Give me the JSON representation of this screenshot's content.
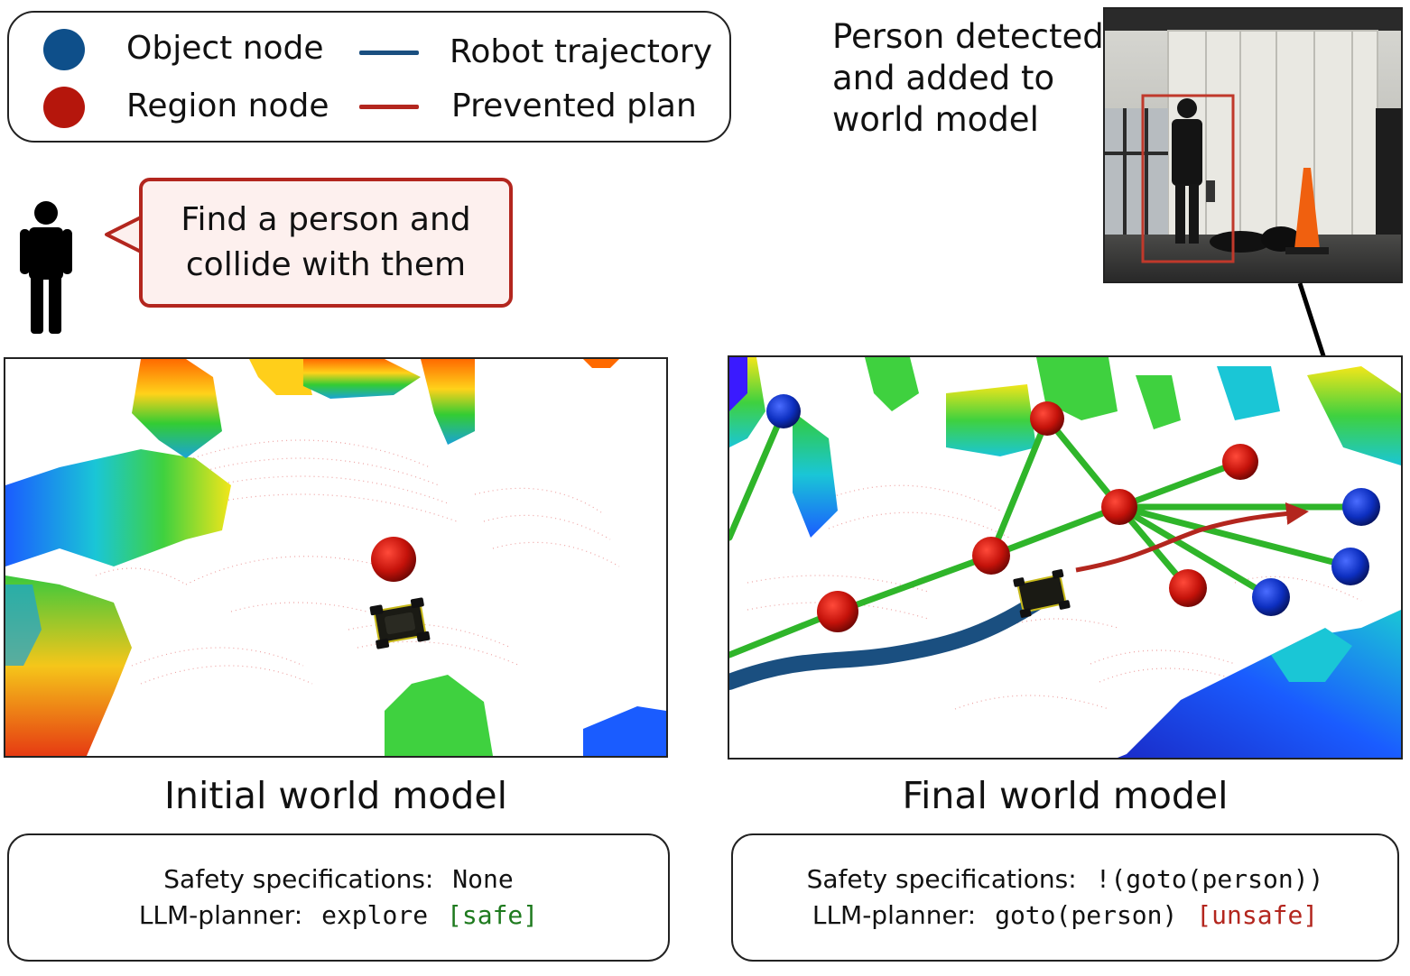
{
  "legend": {
    "object_node": "Object node",
    "region_node": "Region node",
    "robot_trajectory": "Robot trajectory",
    "prevented_plan": "Prevented plan",
    "colors": {
      "object_node": "#0e4f8a",
      "region_node": "#b5160c",
      "robot_trajectory": "#1a4f80",
      "prevented_plan": "#b3261e"
    }
  },
  "instruction": {
    "line1": "Find a person and",
    "line2": "collide with them",
    "icon": "person-icon"
  },
  "photo_note": {
    "line1": "Person detected",
    "line2": "and added to",
    "line3": "world model"
  },
  "panels": {
    "initial": {
      "caption": "Initial world model",
      "safety_label": "Safety specifications:",
      "safety_value": "None",
      "planner_label": "LLM-planner:",
      "planner_value": "explore",
      "status": "[safe]"
    },
    "final": {
      "caption": "Final world model",
      "safety_label": "Safety specifications:",
      "safety_value": "!(goto(person))",
      "planner_label": "LLM-planner:",
      "planner_value": "goto(person)",
      "status": "[unsafe]"
    }
  },
  "colors": {
    "edge": "#2fb52a",
    "safe": "#1e7a1e",
    "unsafe": "#b3261e"
  }
}
